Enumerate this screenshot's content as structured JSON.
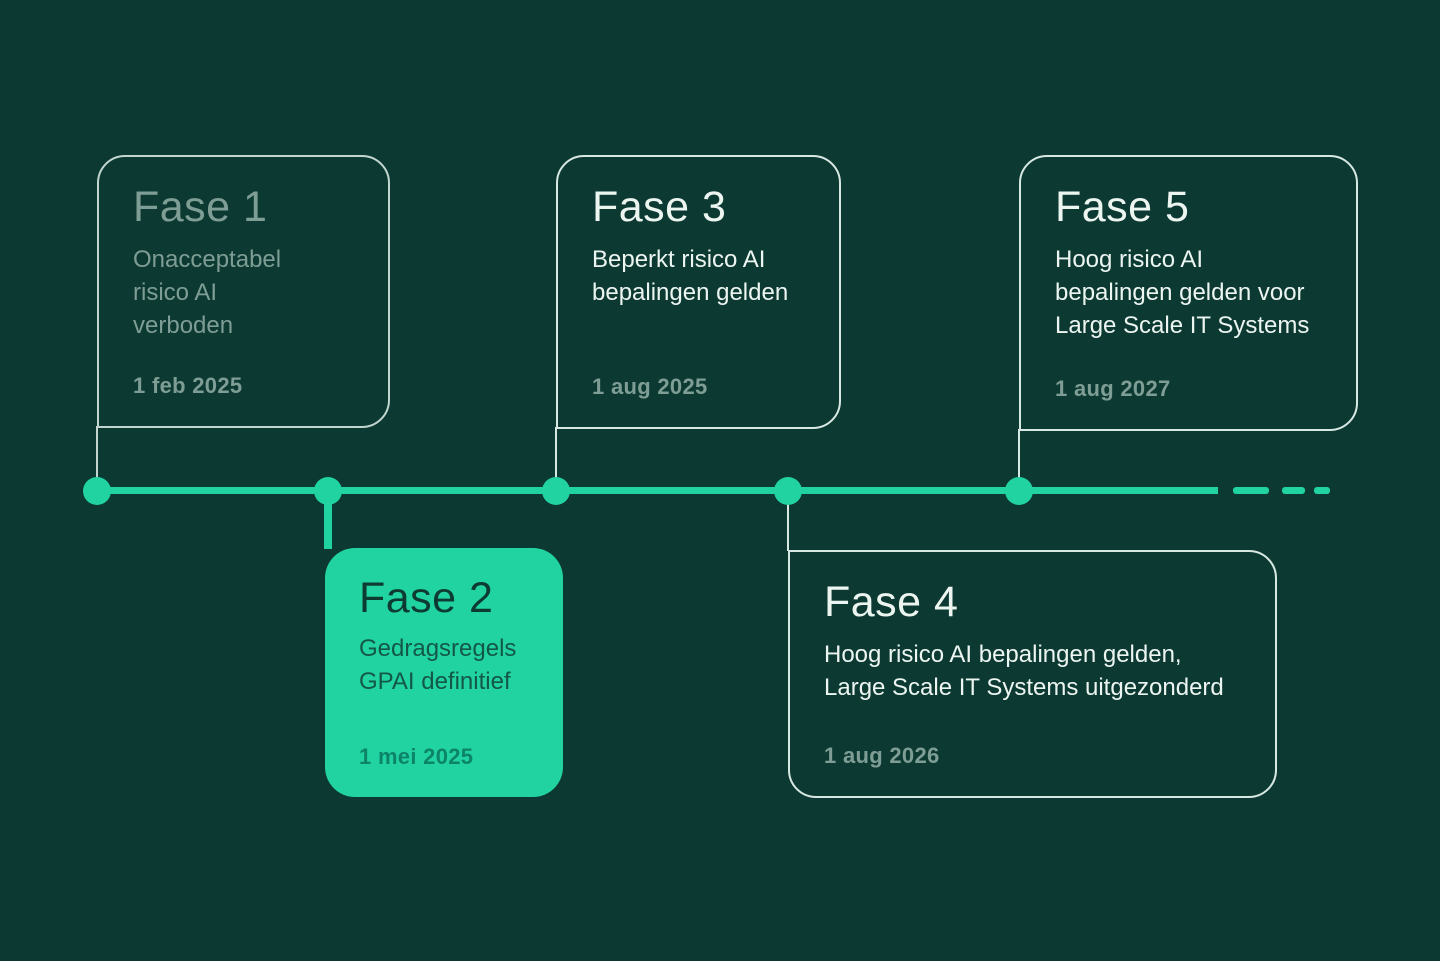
{
  "colors": {
    "bg": "#0c3a33",
    "accent": "#22d3a2",
    "bright": "#edf5f1",
    "muted": "#7e9d94",
    "border": "#d7e8e2",
    "borderDim": "#c2d6cf",
    "fillTitle": "#0d3b32",
    "fillBody": "#135747",
    "fillDate": "#0c8468"
  },
  "timeline": {
    "style": "horizontal line with phase dots, dashed fade-out at right end",
    "dash_count": 3
  },
  "phases": [
    {
      "title": "Fase 1",
      "body": "Onacceptabel\nrisico AI\nverboden",
      "date": "1 feb 2025",
      "state": "past",
      "position": "above"
    },
    {
      "title": "Fase 2",
      "body": "Gedragsregels\nGPAI definitief",
      "date": "1 mei 2025",
      "state": "highlighted",
      "position": "below"
    },
    {
      "title": "Fase 3",
      "body": "Beperkt risico AI\nbepalingen gelden",
      "date": "1 aug 2025",
      "state": "upcoming",
      "position": "above"
    },
    {
      "title": "Fase 4",
      "body": "Hoog risico AI bepalingen gelden,\nLarge Scale IT Systems uitgezonderd",
      "date": "1 aug 2026",
      "state": "upcoming",
      "position": "below"
    },
    {
      "title": "Fase 5",
      "body": "Hoog risico AI\nbepalingen gelden voor\nLarge Scale IT Systems",
      "date": "1 aug 2027",
      "state": "upcoming",
      "position": "above"
    }
  ]
}
